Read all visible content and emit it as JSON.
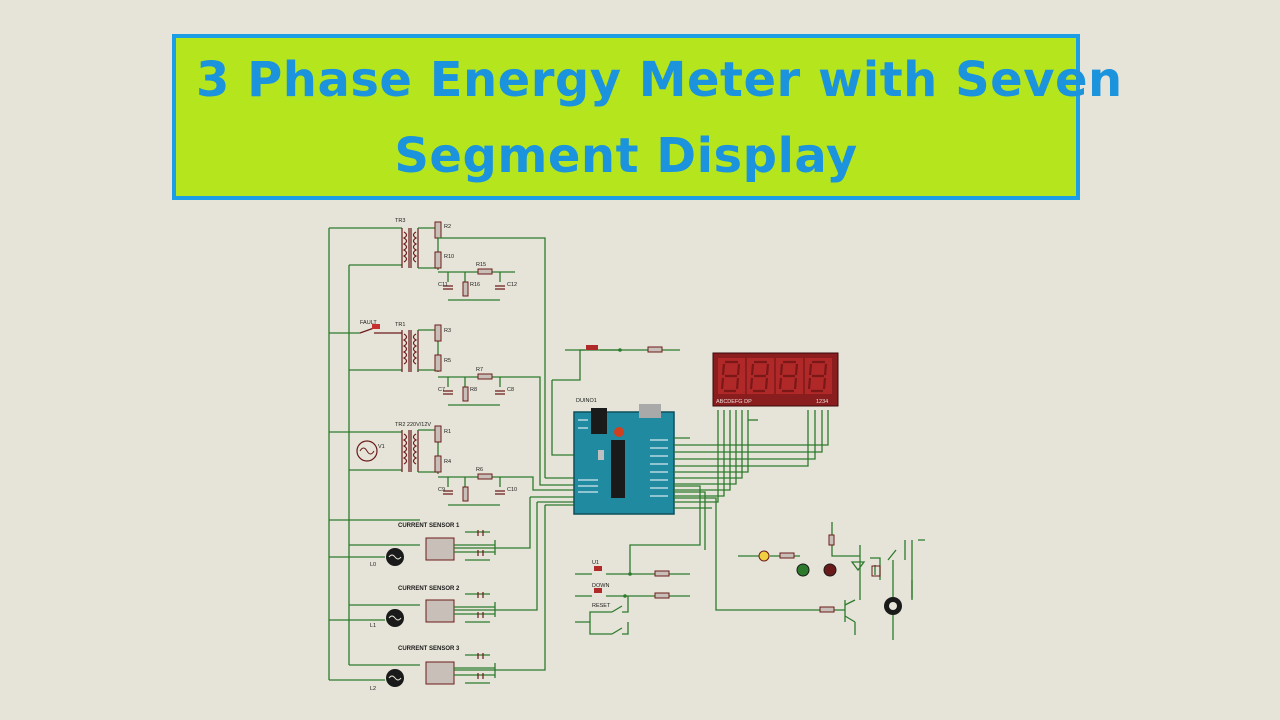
{
  "title": {
    "line1": "3 Phase Energy Meter with Seven",
    "line2": "Segment Display"
  },
  "colors": {
    "background": "#e6e4d8",
    "banner_fill": "#b5e61d",
    "banner_border": "#1c9ee6",
    "title_text": "#1b93dd",
    "wire": "#2d7a2d",
    "arduino_board": "#1f8aa0",
    "display_body": "#8a1d1d"
  },
  "labels": {
    "tr3": "TR3",
    "tr1": "TR1",
    "tr2": "TR2 220V/12V",
    "fault": "FAULT",
    "v1": "V1",
    "r2": "R2",
    "r10": "R10",
    "r15": "R15",
    "r16": "R16",
    "c11": "C11",
    "c12": "C12",
    "r3": "R3",
    "r5": "R5",
    "r7": "R7",
    "r8": "R8",
    "c7": "C7",
    "c8": "C8",
    "r1": "R1",
    "r4": "R4",
    "r6": "R6",
    "c9": "C9",
    "c10": "C10",
    "cs1": "CURRENT SENSOR 1",
    "cs2": "CURRENT SENSOR 2",
    "cs3": "CURRENT SENSOR 3",
    "l0": "L0",
    "l1": "L1",
    "l2": "L2",
    "arduino": "DUINO1",
    "display_left": "ABCDEFG DP",
    "display_right": "1234",
    "u1": "U1",
    "down": "DOWN",
    "reset": "RESET"
  },
  "display": {
    "digits": 4
  }
}
